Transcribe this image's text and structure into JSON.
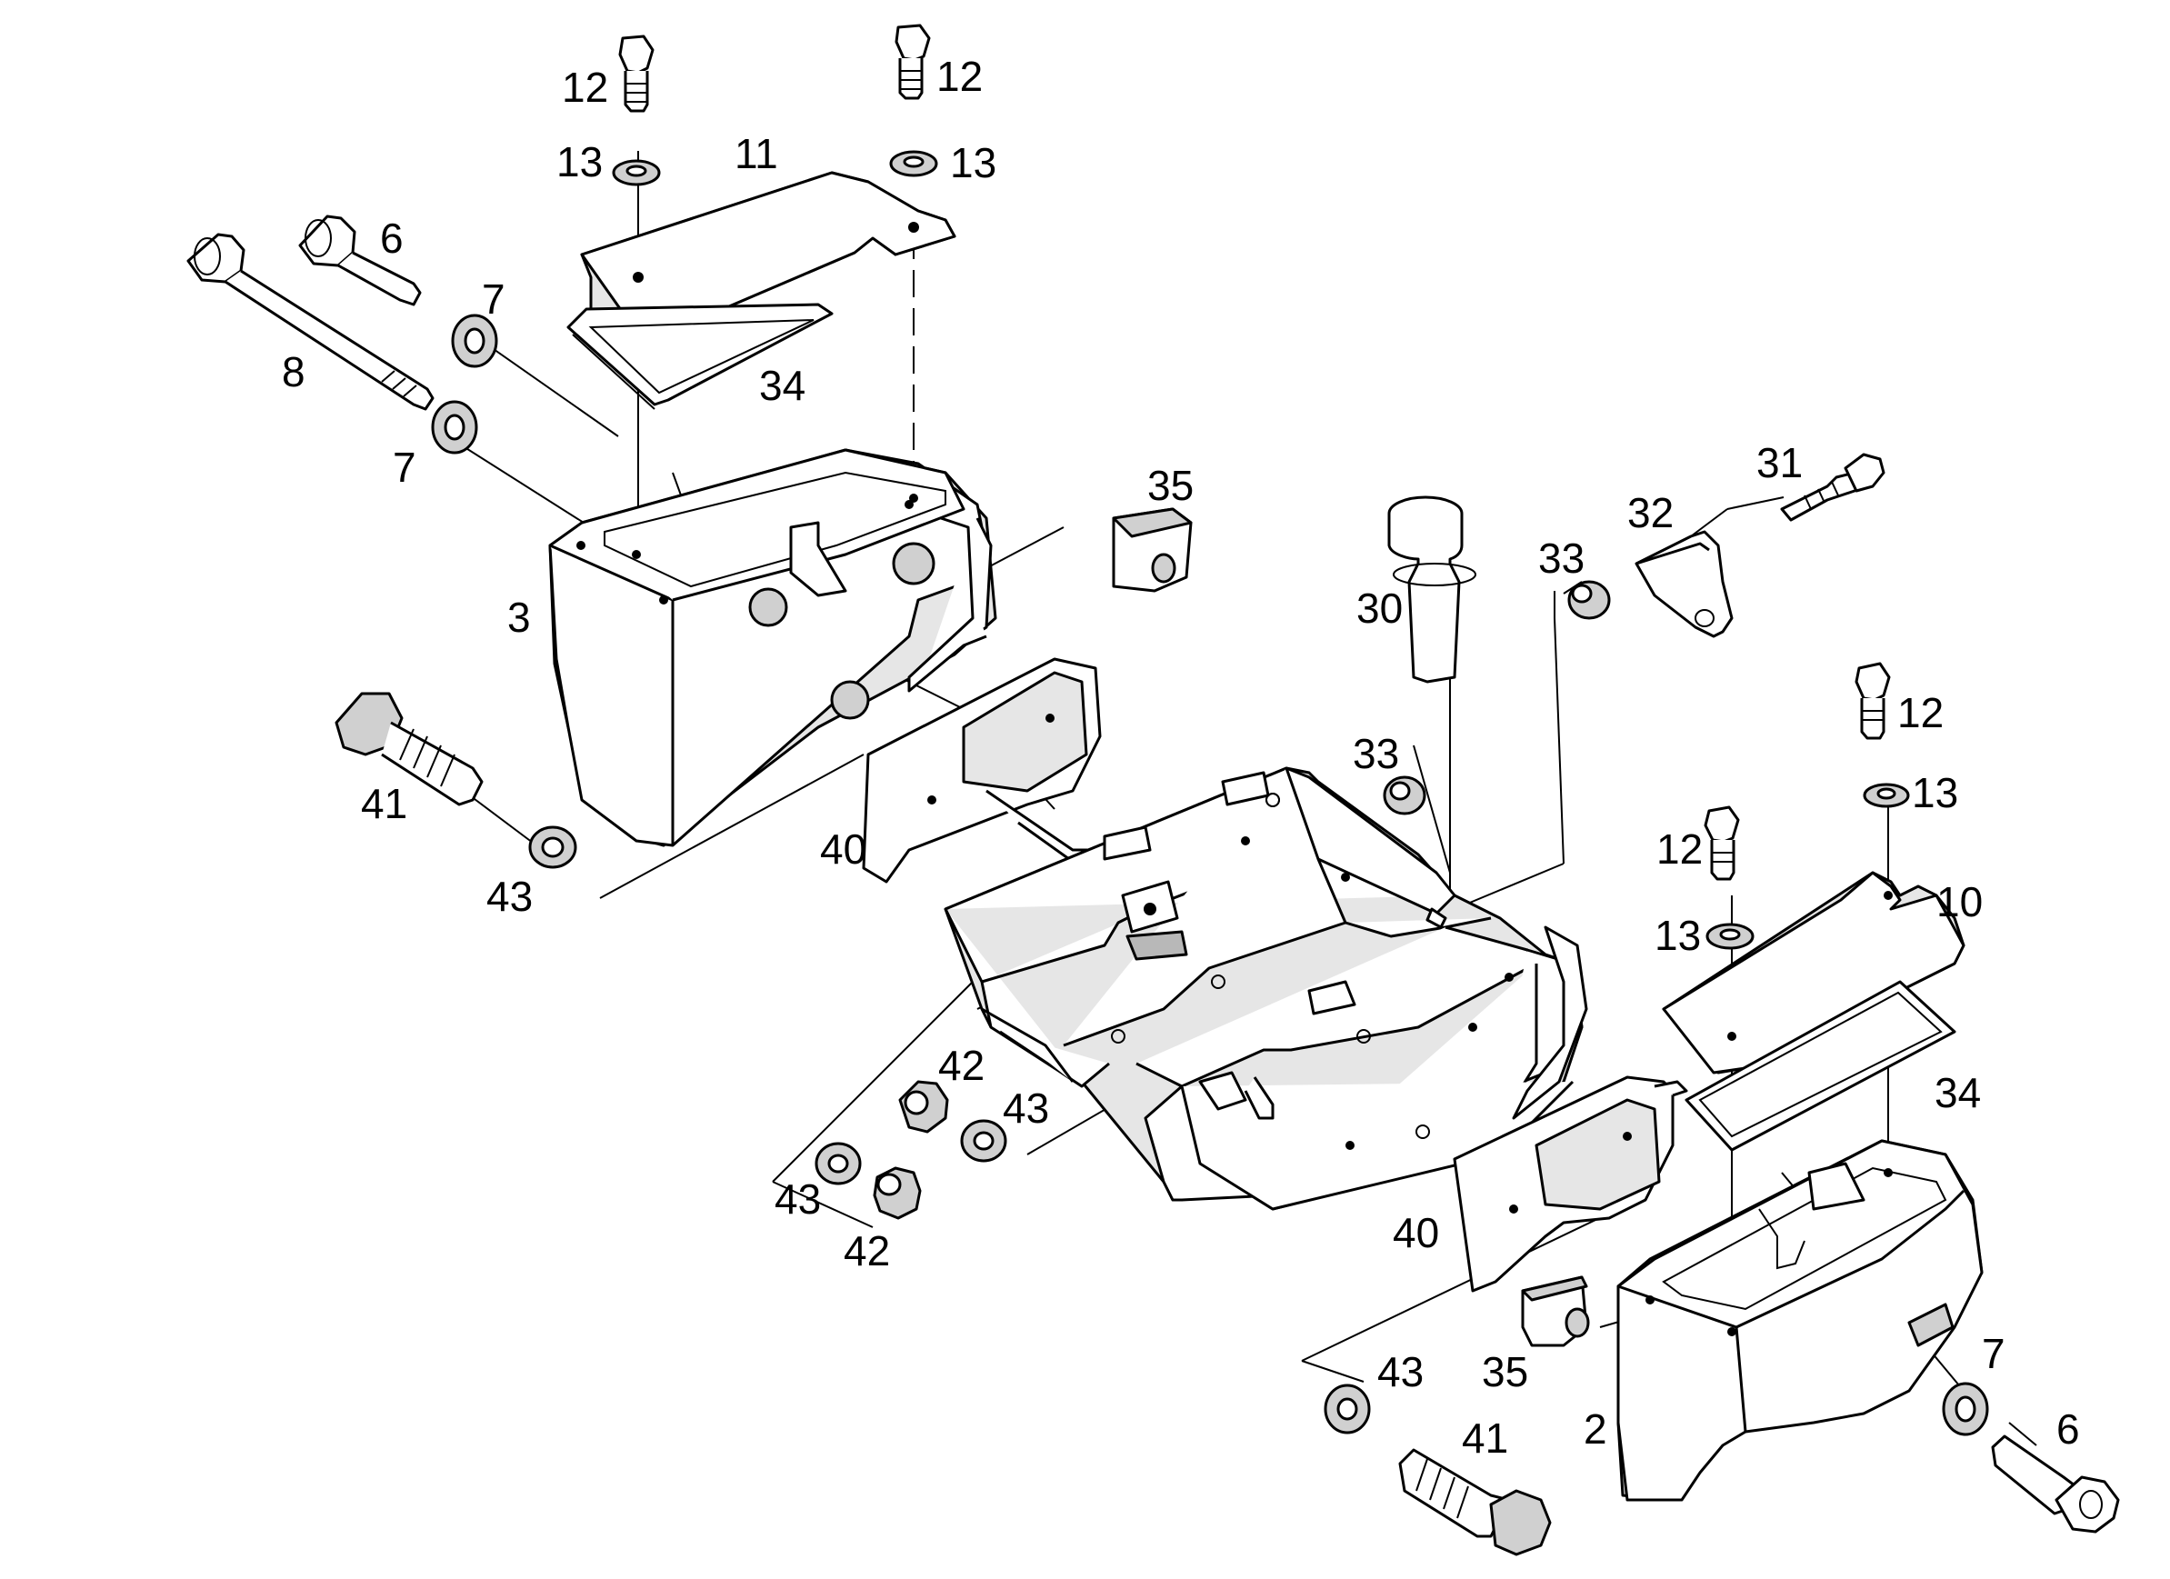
{
  "callouts": {
    "c2": "2",
    "c3": "3",
    "c6": "6",
    "c7": "7",
    "c8": "8",
    "c10": "10",
    "c11": "11",
    "c12": "12",
    "c13": "13",
    "c30": "30",
    "c31": "31",
    "c32": "32",
    "c33": "33",
    "c34": "34",
    "c35": "35",
    "c40": "40",
    "c41": "41",
    "c42": "42",
    "c43": "43"
  }
}
